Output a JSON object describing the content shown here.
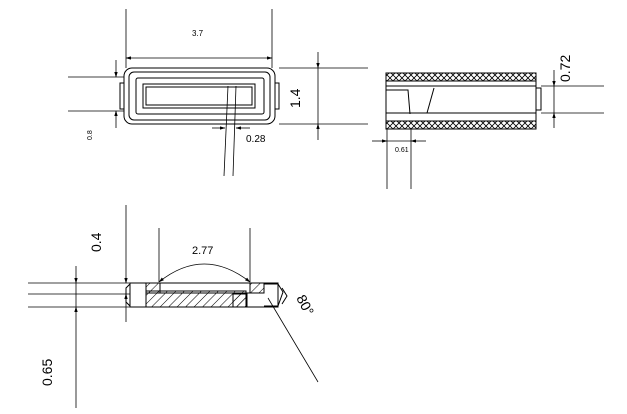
{
  "dimensions": {
    "top_length": "3.7",
    "top_height": "1.4",
    "top_left_small": "0.8",
    "top_slot": "0.28",
    "side_height": "0.72",
    "side_gap": "0.61",
    "section_top": "0.4",
    "section_span": "2.77",
    "section_bottom": "0.65",
    "section_angle": "80°"
  },
  "colors": {
    "line": "#000000",
    "background": "#ffffff"
  }
}
